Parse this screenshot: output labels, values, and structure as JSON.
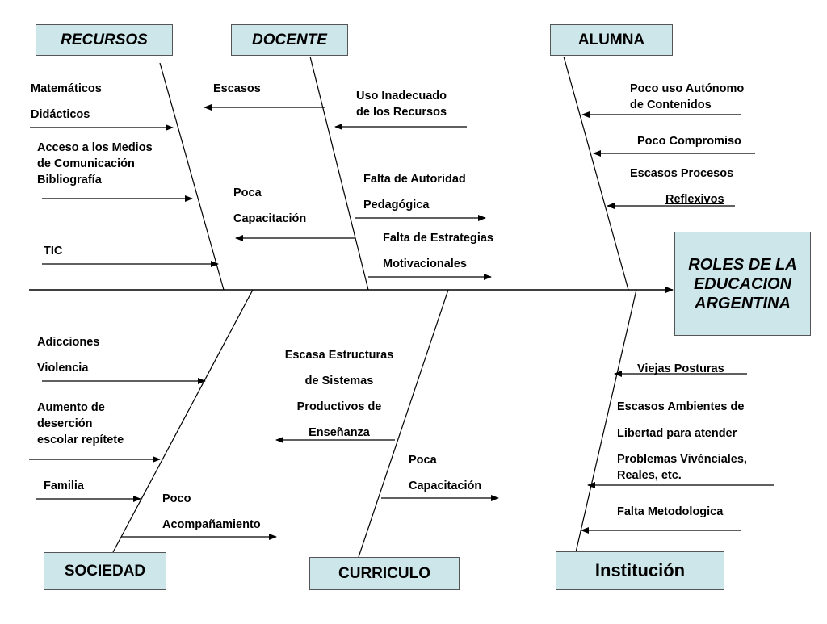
{
  "effect": {
    "label": "ROLES DE LA EDUCACION ARGENTINA"
  },
  "categories": {
    "recursos": "RECURSOS",
    "docente": "DOCENTE",
    "alumna": "ALUMNA",
    "sociedad": "SOCIEDAD",
    "curriculo": "CURRICULO",
    "institucion": "Institución"
  },
  "causes": {
    "recursos": {
      "matematicos": "Matemáticos",
      "didacticos": "Didácticos",
      "acceso": "Acceso a los Medios\nde Comunicación\nBibliografía",
      "tic": "TIC"
    },
    "docente": {
      "escasos": "Escasos",
      "uso": "Uso Inadecuado\nde los Recursos",
      "poca": "Poca",
      "capacitacion": "Capacitación",
      "falta_autoridad": "Falta de Autoridad",
      "pedagogica": "Pedagógica",
      "falta_estrategias": "Falta de Estrategias",
      "motivacionales": "Motivacionales"
    },
    "alumna": {
      "poco_uso": "Poco uso Autónomo\nde Contenidos",
      "poco_compromiso": "Poco Compromiso",
      "escasos_procesos": "Escasos Procesos",
      "reflexivos": "Reflexivos"
    },
    "sociedad": {
      "adicciones": "Adicciones",
      "violencia": "Violencia",
      "desercion": "Aumento de\ndeserción\nescolar repítete",
      "familia": "Familia",
      "poco": "Poco",
      "acompanamiento": "Acompañamiento"
    },
    "curriculo": {
      "escasa": "Escasa Estructuras",
      "de_sistemas": "de Sistemas",
      "productivos": "Productivos de",
      "ensenanza": "Enseñanza",
      "poca": "Poca",
      "capacitacion": "Capacitación"
    },
    "institucion": {
      "viejas": "Viejas Posturas",
      "escasos_ambientes": "Escasos Ambientes de",
      "libertad": "Libertad para atender",
      "problemas": "Problemas Vivénciales,\nReales, etc.",
      "falta_metodologica": "Falta Metodologica"
    }
  }
}
